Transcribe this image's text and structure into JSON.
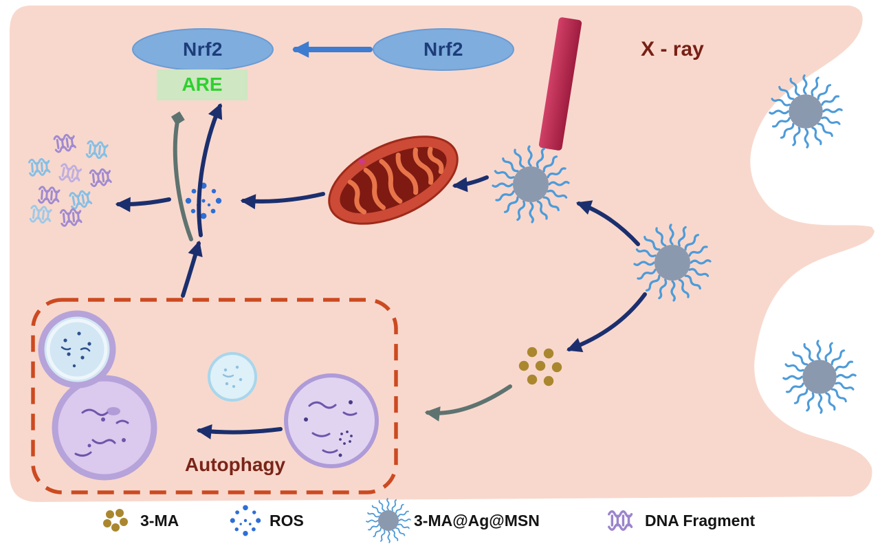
{
  "diagram": {
    "nucleus_nrf2": "Nrf2",
    "cytoplasm_nrf2": "Nrf2",
    "are_label": "ARE",
    "xray_label": "X - ray",
    "autophagy_label": "Autophagy"
  },
  "legend": {
    "items": [
      {
        "id": "3ma",
        "label": "3-MA"
      },
      {
        "id": "ros",
        "label": "ROS"
      },
      {
        "id": "nanoparticle",
        "label": "3-MA@Ag@MSN"
      },
      {
        "id": "dna",
        "label": "DNA Fragment"
      }
    ]
  },
  "colors": {
    "cell_fill": "#f8d8cd",
    "nrf2_fill": "#7fadde",
    "nrf2_text": "#1c3d7a",
    "are_fill": "#cfe7c2",
    "are_text": "#2fd02f",
    "xray_beam": "#b92d4e",
    "dark_red_text": "#772015",
    "arrow_navy": "#1b2f6e",
    "arrow_blue": "#3d7cd0",
    "arrow_gray": "#5e7370",
    "ros_dot": "#2e6fd6",
    "three_ma_dot": "#aa872e",
    "nanoparticle_core": "#8b99ae",
    "nanoparticle_spike": "#4d9bd9",
    "dashed_box": "#cc4a21",
    "legend_text": "#141414"
  }
}
